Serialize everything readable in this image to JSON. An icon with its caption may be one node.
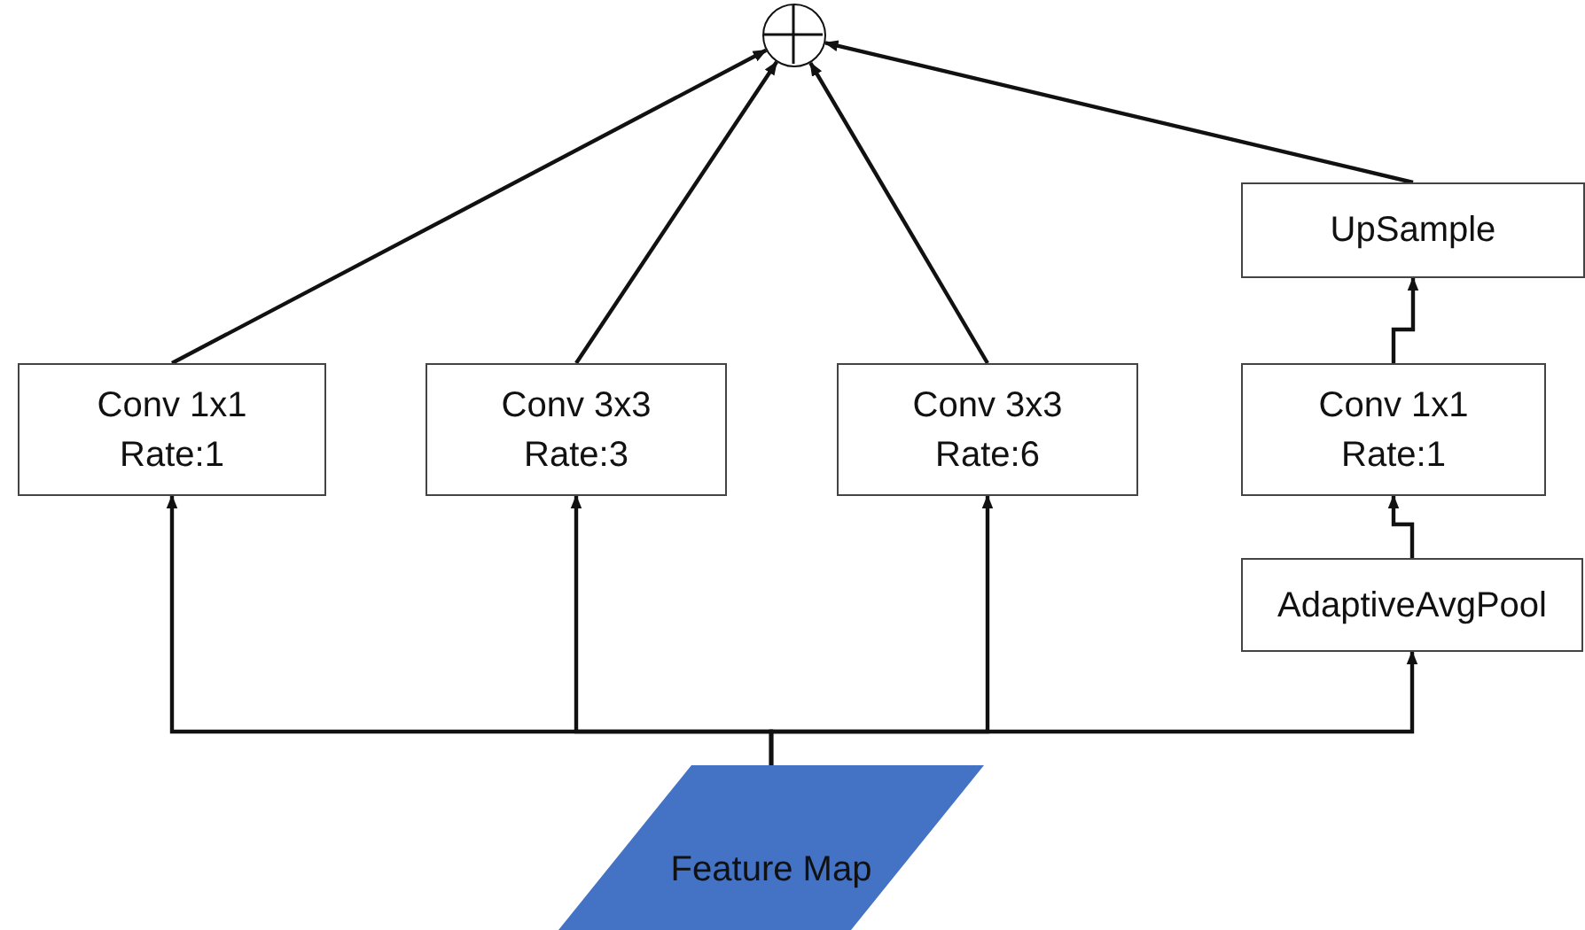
{
  "diagram": {
    "nodes": [
      {
        "text": [],
        "shape": "circle"
      },
      {
        "text": [
          "UpSample"
        ]
      },
      {
        "text": [
          "Conv 1x1 Rate:1"
        ]
      },
      {
        "text": [
          "Conv 3x3 Rate:3"
        ]
      },
      {
        "text": [
          "Conv 3x3 Rate:6"
        ]
      },
      {
        "text": [
          "Conv 1x1 Rate:1"
        ]
      },
      {
        "text": [
          "AdaptiveAvgPool"
        ]
      },
      {
        "text": [
          "Feature Map"
        ]
      }
    ],
    "edges": [
      {
        "from": 7,
        "to": 2,
        "arrow": "to"
      },
      {
        "from": 7,
        "to": 3,
        "arrow": "to"
      },
      {
        "from": 7,
        "to": 4,
        "arrow": "to"
      },
      {
        "from": 7,
        "to": 6,
        "arrow": "to"
      },
      {
        "from": 6,
        "to": 5,
        "arrow": "to"
      },
      {
        "from": 5,
        "to": 1,
        "arrow": "to"
      },
      {
        "from": 2,
        "to": 0,
        "arrow": "to"
      },
      {
        "from": 3,
        "to": 0,
        "arrow": "to"
      },
      {
        "from": 4,
        "to": 0,
        "arrow": "to"
      },
      {
        "from": 1,
        "to": 0,
        "arrow": "to"
      }
    ]
  }
}
